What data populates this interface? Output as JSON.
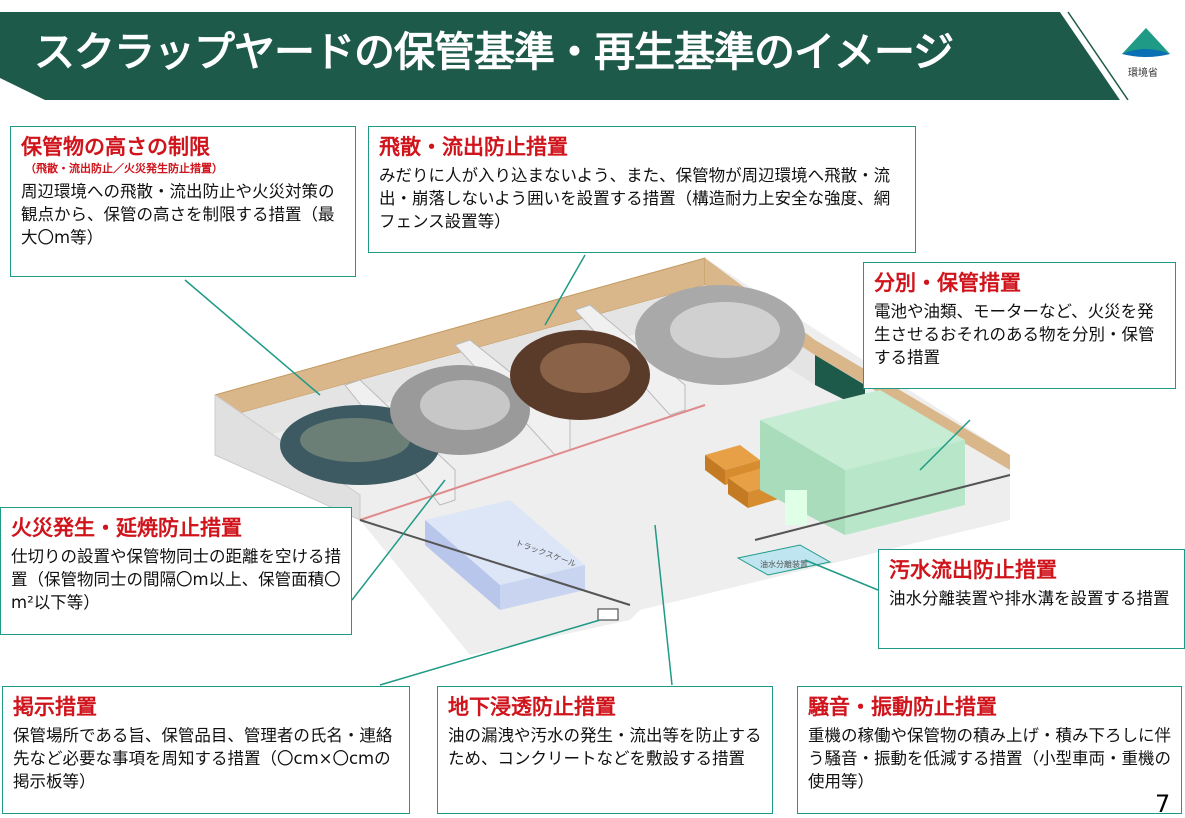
{
  "title": "スクラップヤードの保管基準・再生基準のイメージ",
  "logo": {
    "text": "環境省"
  },
  "page_number": "7",
  "boxes": {
    "height": {
      "heading": "保管物の高さの制限",
      "sub": "（飛散・流出防止／火災発生防止措置）",
      "body": "周辺環境への飛散・流出防止や火災対策の観点から、保管の高さを制限する措置（最大〇m等）"
    },
    "scatter": {
      "heading": "飛散・流出防止措置",
      "body": "みだりに人が入り込まないよう、また、保管物が周辺環境へ飛散・流出・崩落しないよう囲いを設置する措置（構造耐力上安全な強度、網フェンス設置等）"
    },
    "separate": {
      "heading": "分別・保管措置",
      "body": "電池や油類、モーターなど、火災を発生させるおそれのある物を分別・保管する措置"
    },
    "fire": {
      "heading": "火災発生・延焼防止措置",
      "body": "仕切りの設置や保管物同士の距離を空ける措置（保管物同士の間隔〇m以上、保管面積〇m²以下等）"
    },
    "sewage": {
      "heading": "汚水流出防止措置",
      "body": "油水分離装置や排水溝を設置する措置"
    },
    "sign": {
      "heading": "掲示措置",
      "body": "保管場所である旨、保管品目、管理者の氏名・連絡先など必要な事項を周知する措置（〇cm×〇cmの掲示板等）"
    },
    "ground": {
      "heading": "地下浸透防止措置",
      "body": "油の漏洩や汚水の発生・流出等を防止するため、コンクリートなどを敷設する措置"
    },
    "noise": {
      "heading": "騒音・振動防止措置",
      "body": "重機の稼働や保管物の積み上げ・積み下ろしに伴う騒音・振動を低減する措置（小型車両・重機の使用等）"
    }
  },
  "scene_labels": {
    "truck_scale": "トラックスケール",
    "oil_separator": "油水分離装置"
  },
  "colors": {
    "title_bg": "#1e5a4a",
    "accent_teal": "#1f9a86",
    "heading_red": "#d0141c"
  }
}
